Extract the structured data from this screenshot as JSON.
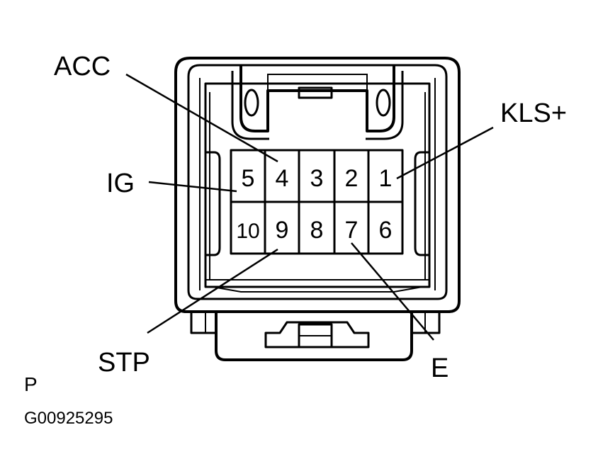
{
  "connector": {
    "pins_top": [
      "5",
      "4",
      "3",
      "2",
      "1"
    ],
    "pins_bottom": [
      "10",
      "9",
      "8",
      "7",
      "6"
    ]
  },
  "callouts": {
    "acc": "ACC",
    "kls": "KLS+",
    "ig": "IG",
    "stp": "STP",
    "e": "E"
  },
  "footer": {
    "letter": "P",
    "code": "G00925295"
  }
}
